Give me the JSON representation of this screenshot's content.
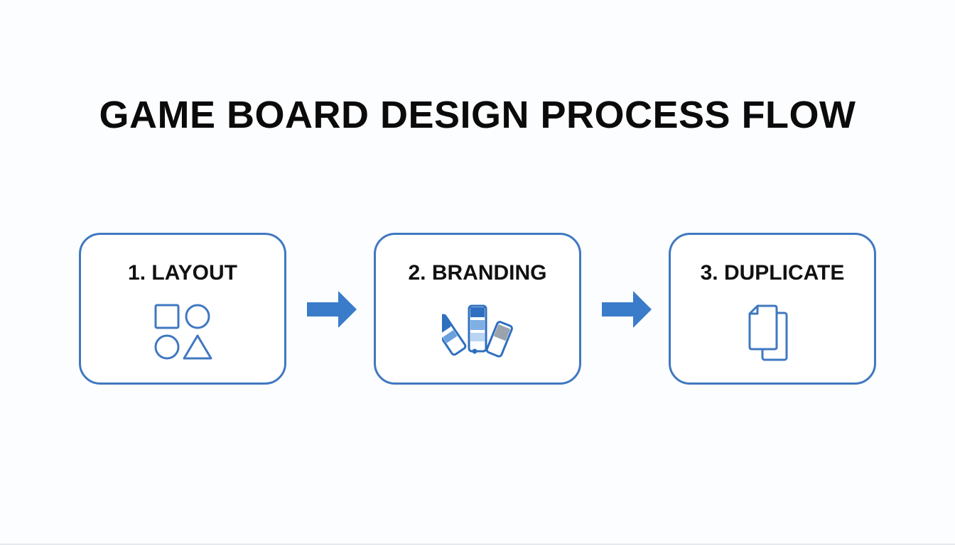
{
  "title": "GAME BOARD DESIGN PROCESS FLOW",
  "colors": {
    "accent": "#4078c0",
    "text": "#111111",
    "background": "#fcfdfe"
  },
  "steps": [
    {
      "label": "1. LAYOUT",
      "icon": "shapes-icon"
    },
    {
      "label": "2. BRANDING",
      "icon": "color-swatch-icon"
    },
    {
      "label": "3. DUPLICATE",
      "icon": "duplicate-icon"
    }
  ],
  "connectors": [
    {
      "from": "1. LAYOUT",
      "to": "2. BRANDING",
      "icon": "arrow-right-icon"
    },
    {
      "from": "2. BRANDING",
      "to": "3. DUPLICATE",
      "icon": "arrow-right-icon"
    }
  ]
}
